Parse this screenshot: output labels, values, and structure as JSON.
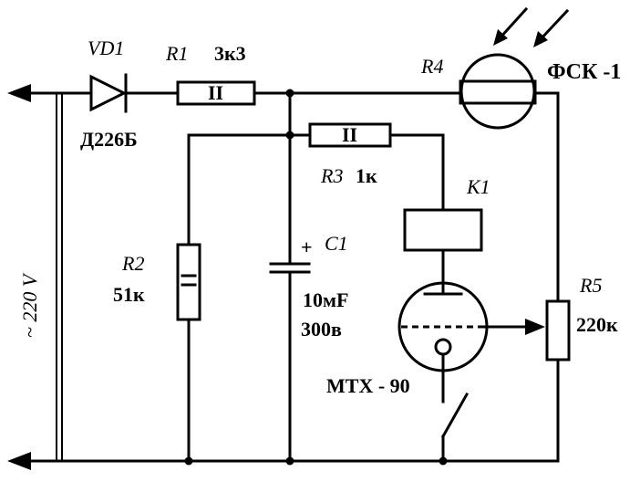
{
  "components": {
    "vd1": {
      "ref": "VD1",
      "part": "Д226Б"
    },
    "r1": {
      "ref": "R1",
      "value": "3к3"
    },
    "r2": {
      "ref": "R2",
      "value": "51к"
    },
    "r3": {
      "ref": "R3",
      "value": "1к"
    },
    "r4": {
      "ref": "R4",
      "part": "ФСК -1"
    },
    "r5": {
      "ref": "R5",
      "value": "220к"
    },
    "c1": {
      "ref": "C1",
      "polarity": "+",
      "value": "10мF",
      "voltage": "300в"
    },
    "k1": {
      "ref": "K1"
    },
    "lamp": {
      "part": "МТХ - 90"
    }
  },
  "supply": {
    "label": "~ 220 V"
  },
  "resistor_mark": "II"
}
